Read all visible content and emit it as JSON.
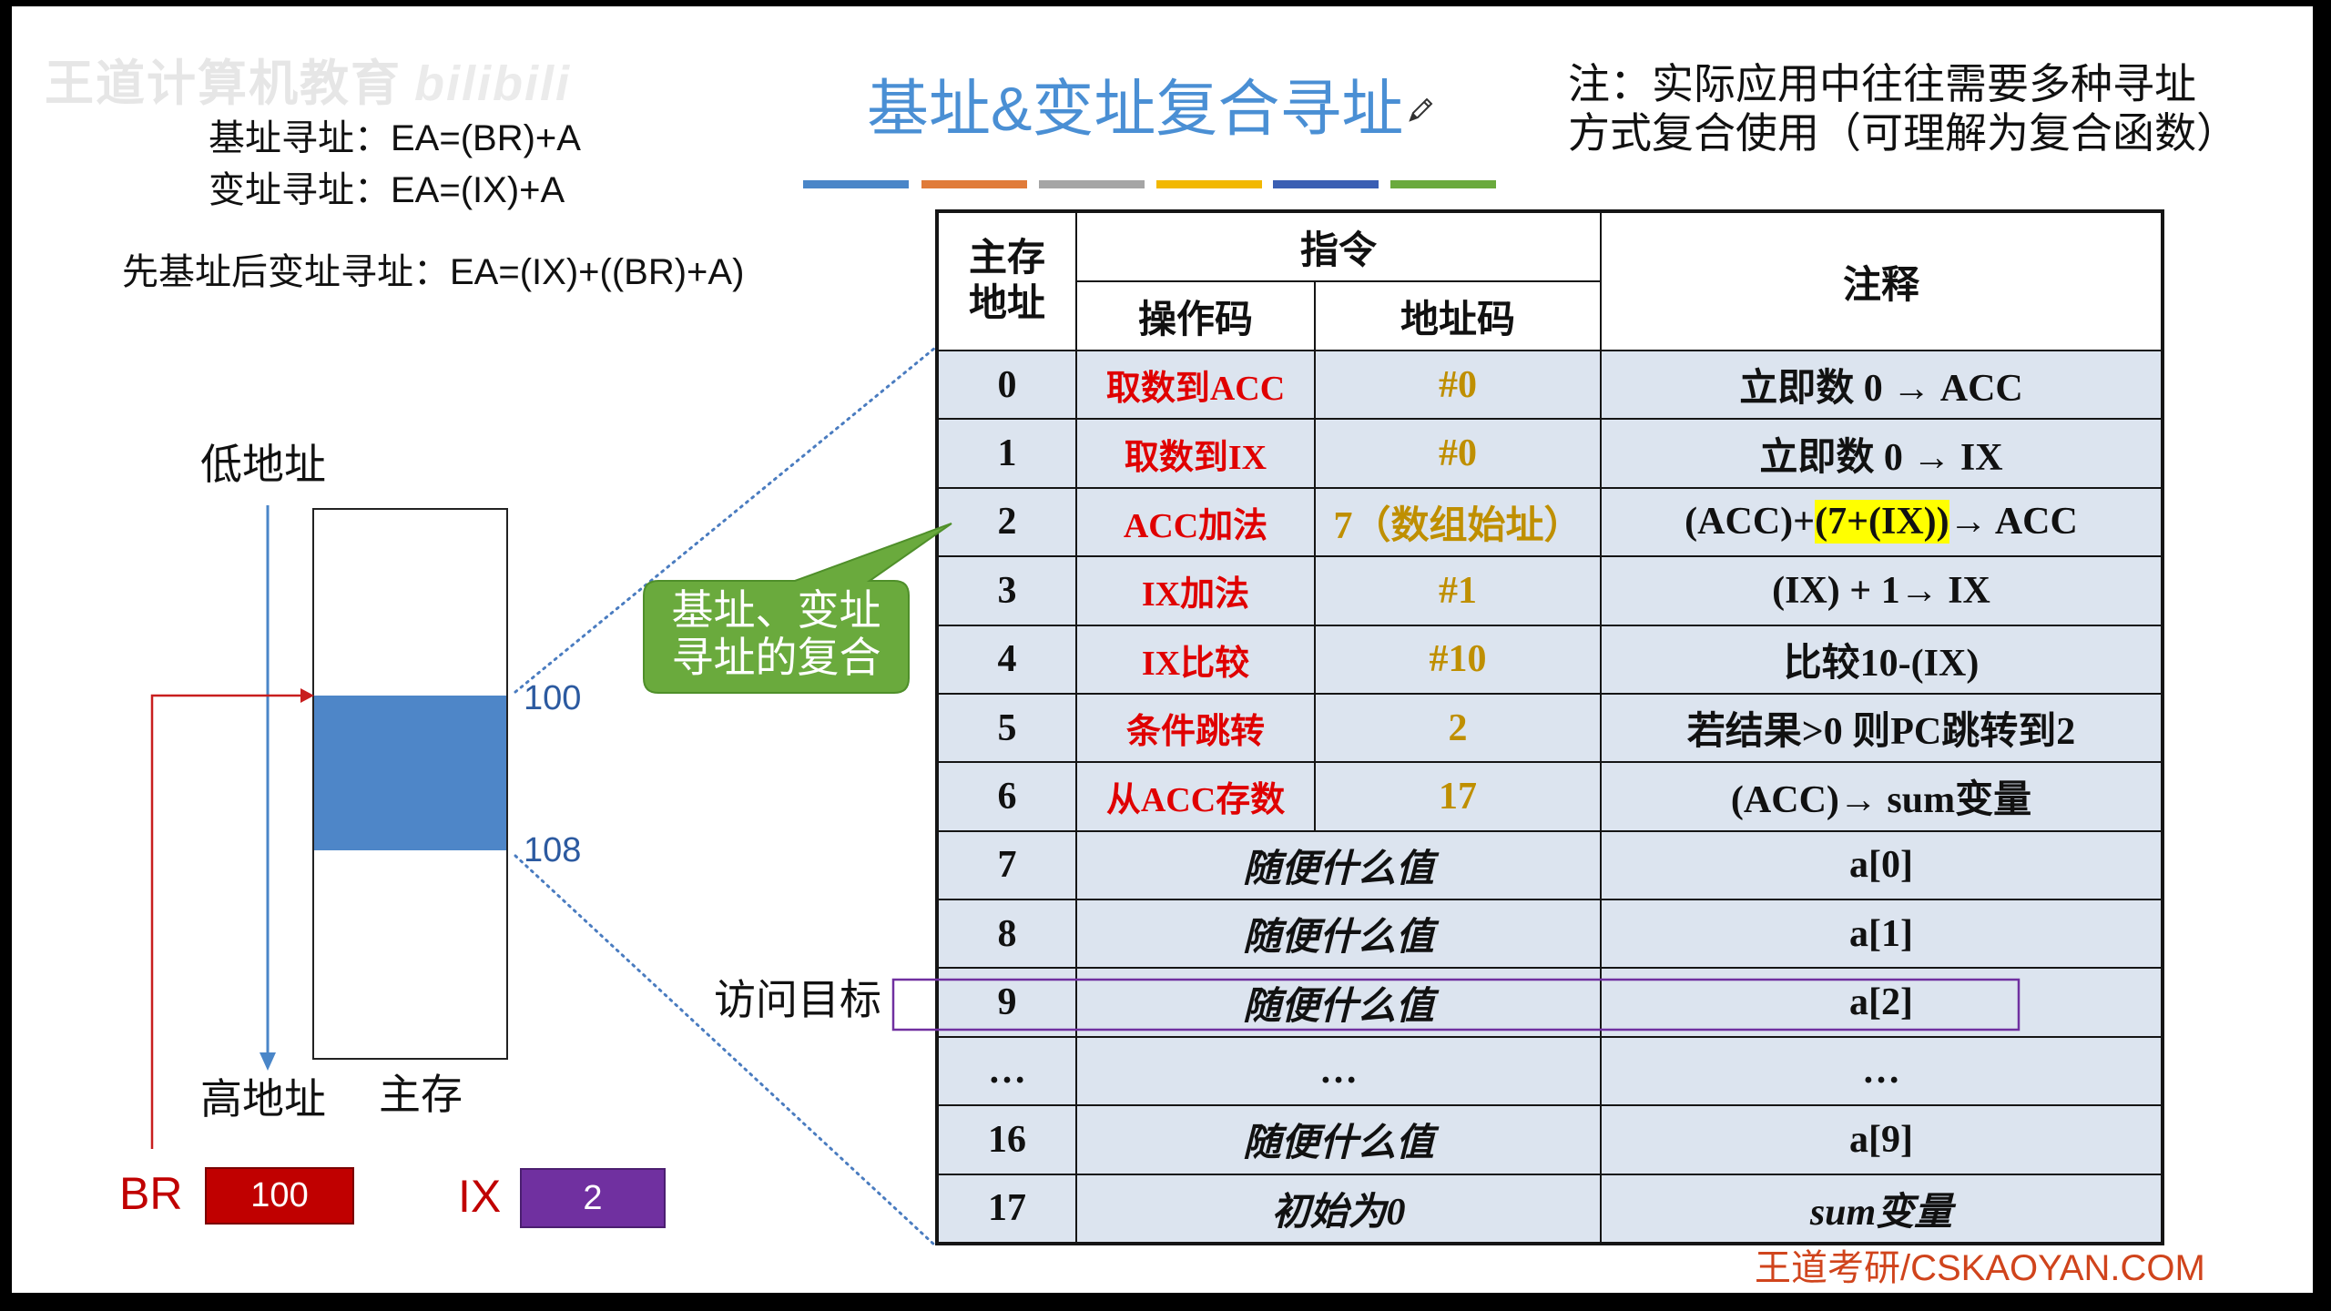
{
  "watermark": {
    "brand": "王道计算机教育",
    "platform": "bilibili"
  },
  "title": "基址&变址复合寻址",
  "icons": {
    "title_edit": "pencil-icon"
  },
  "note": {
    "line1": "注：实际应用中往往需要多种寻址",
    "line2": "方式复合使用（可理解为复合函数）"
  },
  "formulas": {
    "base": "基址寻址：EA=(BR)+A",
    "index": "变址寻址：EA=(IX)+A",
    "combined": "先基址后变址寻址：EA=(IX)+((BR)+A)"
  },
  "memory_diagram": {
    "low_label": "低地址",
    "high_label": "高地址",
    "memory_label": "主存",
    "block_start": "100",
    "block_end": "108"
  },
  "registers": {
    "br": {
      "name": "BR",
      "value": "100"
    },
    "ix": {
      "name": "IX",
      "value": "2"
    }
  },
  "callout": {
    "line1": "基址、变址",
    "line2": "寻址的复合"
  },
  "access_target_label": "访问目标",
  "table": {
    "headers": {
      "address_line1": "主存",
      "address_line2": "地址",
      "instruction": "指令",
      "opcode": "操作码",
      "operand": "地址码",
      "comment": "注释"
    },
    "rows": [
      {
        "address": "0",
        "opcode": "取数到ACC",
        "operand": "#0",
        "comment": "立即数 0 → ACC"
      },
      {
        "address": "1",
        "opcode": "取数到IX",
        "operand": "#0",
        "comment": "立即数 0 → IX"
      },
      {
        "address": "2",
        "opcode": "ACC加法",
        "operand": "7（数组始址）",
        "comment_prefix": "(ACC)+",
        "comment_highlight": "(7+(IX))",
        "comment_suffix": "→ ACC"
      },
      {
        "address": "3",
        "opcode": "IX加法",
        "operand": "#1",
        "comment": "(IX) + 1→ IX"
      },
      {
        "address": "4",
        "opcode": "IX比较",
        "operand": "#10",
        "comment": "比较10-(IX)"
      },
      {
        "address": "5",
        "opcode": "条件跳转",
        "operand": "2",
        "comment": "若结果>0 则PC跳转到2"
      },
      {
        "address": "6",
        "opcode": "从ACC存数",
        "operand": "17",
        "comment": "(ACC)→ sum变量"
      },
      {
        "address": "7",
        "content": "随便什么值",
        "comment": "a[0]"
      },
      {
        "address": "8",
        "content": "随便什么值",
        "comment": "a[1]"
      },
      {
        "address": "9",
        "content": "随便什么值",
        "comment": "a[2]"
      },
      {
        "address": "…",
        "content": "…",
        "comment": "…"
      },
      {
        "address": "16",
        "content": "随便什么值",
        "comment": "a[9]"
      },
      {
        "address": "17",
        "content": "初始为0",
        "comment": "sum变量"
      }
    ]
  },
  "footer": "王道考研/CSKAOYAN.COM",
  "colors": {
    "title": "#4a8fd4",
    "accent_bars": [
      "#4a86c8",
      "#e07b39",
      "#a5a5a5",
      "#f2b800",
      "#3b5fb3",
      "#6aaa3d"
    ],
    "memory_block": "#4e86c8",
    "br_register": "#c00000",
    "ix_register": "#7030a0",
    "callout": "#6aaa3d",
    "opcode": "#e00000",
    "operand": "#bf8f00",
    "highlight": "#ffff00",
    "footer": "#d0441c"
  }
}
